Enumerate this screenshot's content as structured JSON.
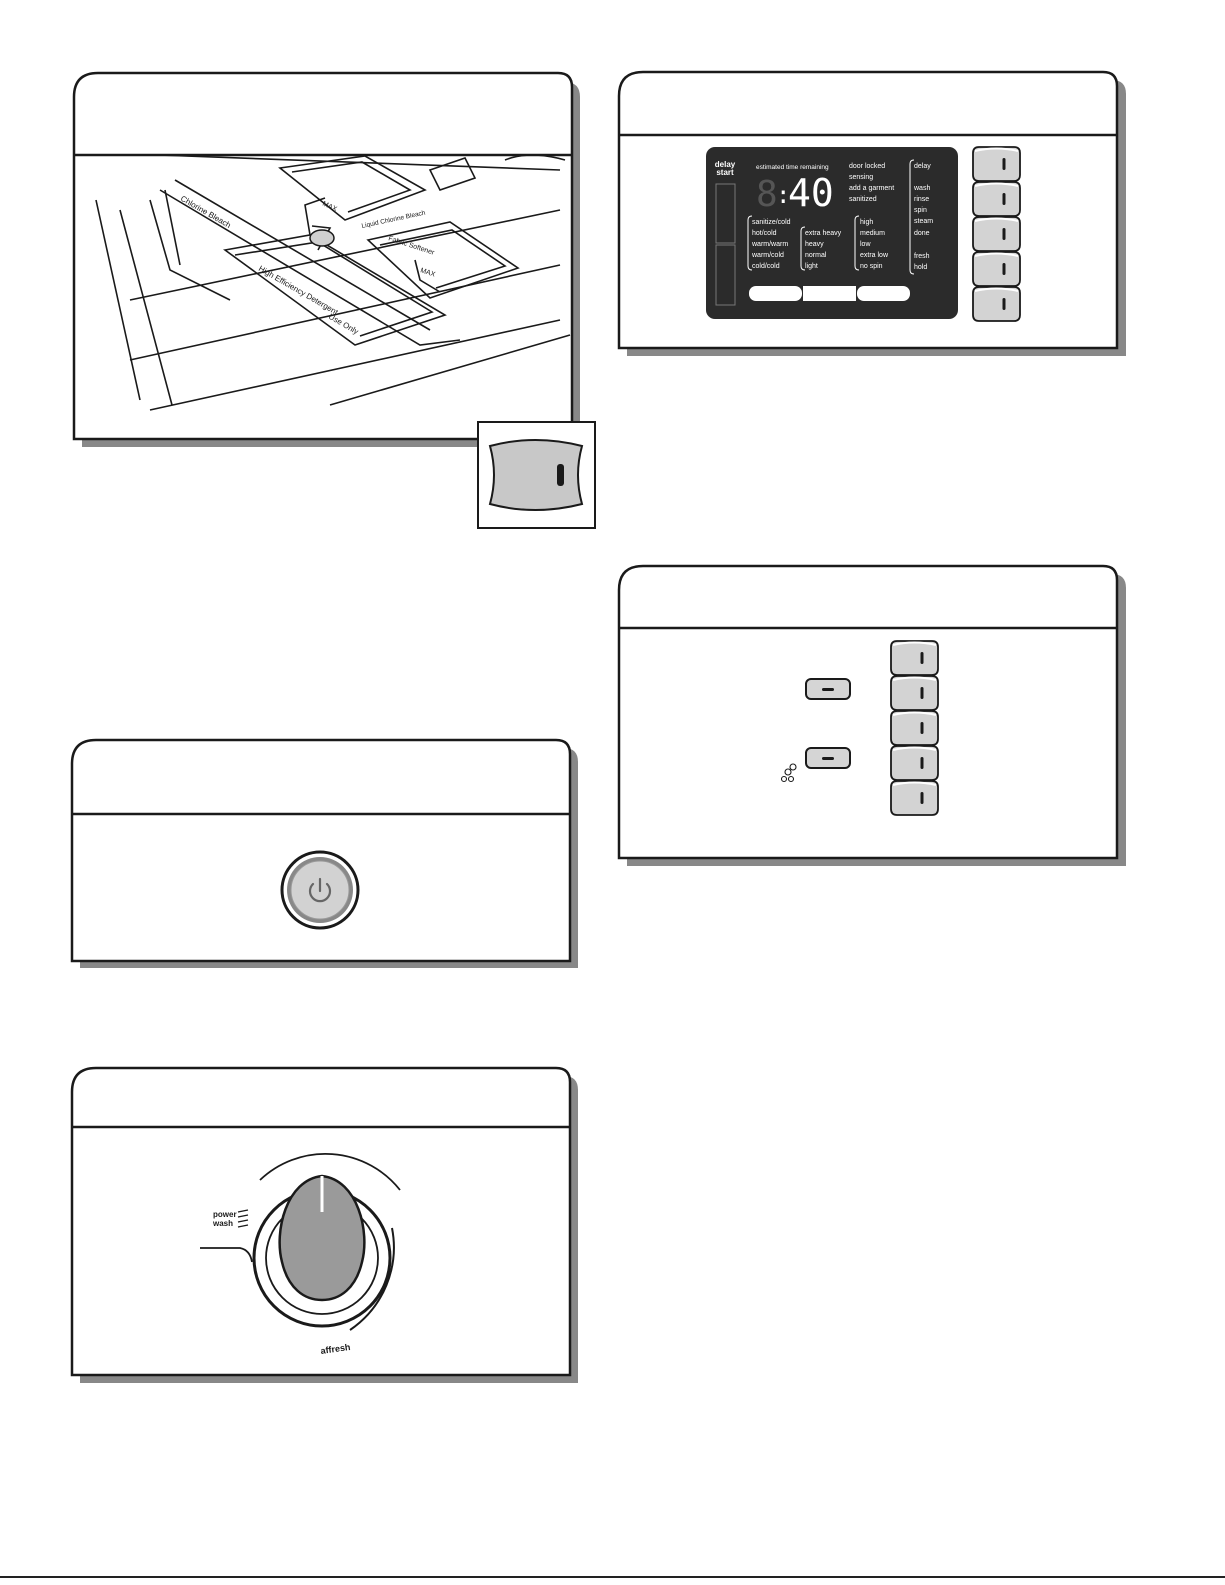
{
  "dispenser": {
    "labels": {
      "bleach": "Chlorine Bleach",
      "detergent": "High Efficiency Detergent",
      "softener": "Fabric Softener",
      "max_softener": "MAX",
      "max_bleach": "MAX",
      "he_only": "Use Only",
      "bleach_top": "Liquid Chlorine Bleach"
    }
  },
  "display": {
    "delay_start": "delay start",
    "time_title": "estimated time remaining",
    "time_value": "40",
    "status_top": [
      "door locked",
      "sensing",
      "add a garment",
      "sanitized"
    ],
    "stages": [
      "delay",
      "",
      "wash",
      "rinse",
      "spin",
      "steam",
      "done",
      "",
      "fresh",
      "hold"
    ],
    "temps": [
      "sanitize/cold",
      "hot/cold",
      "warm/warm",
      "warm/cold",
      "cold/cold"
    ],
    "soils": [
      "extra heavy",
      "heavy",
      "normal",
      "light"
    ],
    "spins": [
      "high",
      "medium",
      "low",
      "extra low",
      "no spin"
    ]
  },
  "cycle_knob": {
    "power_wash_line1": "power",
    "power_wash_line2": "wash",
    "affresh": "affresh"
  },
  "icons": {
    "power": "power-icon",
    "steam": "steam-icon"
  }
}
